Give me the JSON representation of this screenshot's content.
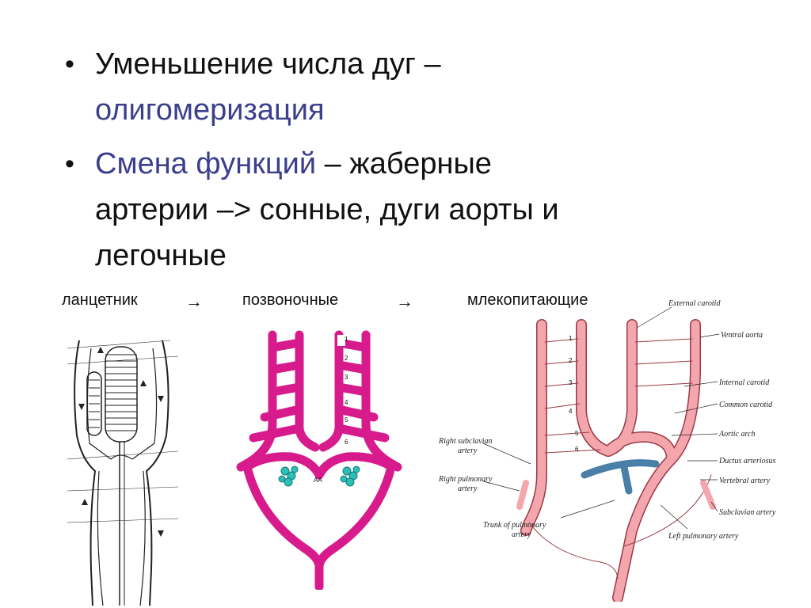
{
  "bullets": {
    "b1_line1": "Уменьшение  числа дуг –",
    "b1_line2": "олигомеризация",
    "b2_blue": "Смена функций",
    "b2_rest": " – жаберные",
    "b2_line2": "артерии –> сонные, дуги аорты и",
    "b2_line3": "легочные"
  },
  "stages": {
    "s1": "ланцетник",
    "s2": "позвоночные",
    "s3": "млекопитающие",
    "arrow": "→"
  },
  "vertebrate": {
    "arch_numbers": [
      "1",
      "2",
      "3",
      "4",
      "5",
      "6"
    ],
    "center_label": "AA"
  },
  "mammal": {
    "labels": {
      "external_carotid": "External carotid",
      "ventral_aorta": "Ventral aorta",
      "internal_carotid": "Internal carotid",
      "common_carotid": "Common carotid",
      "aortic_arch": "Aortic arch",
      "ductus": "Ductus arteriosus",
      "vertebral": "Vertebral artery",
      "subclavian": "Subclavian artery",
      "left_pulmonary": "Left pulmonary artery",
      "trunk_pulmonary_1": "Trunk of pulmonary",
      "trunk_pulmonary_2": "artery",
      "right_pulmonary_1": "Right pulmonary",
      "right_pulmonary_2": "artery",
      "right_subclavian_1": "Right subclavian",
      "right_subclavian_2": "artery"
    },
    "arch_numbers": [
      "1",
      "2",
      "3",
      "4",
      "5",
      "6"
    ]
  },
  "colors": {
    "bullet_blue": "#3b3f8c",
    "vertebrate_vessel": "#d81b8c",
    "gill_cyan": "#2bbfb8",
    "mammal_vessel": "#f4a6ad",
    "mammal_outline": "#9b3a45",
    "pulmonary_blue": "#4a7fa8"
  }
}
